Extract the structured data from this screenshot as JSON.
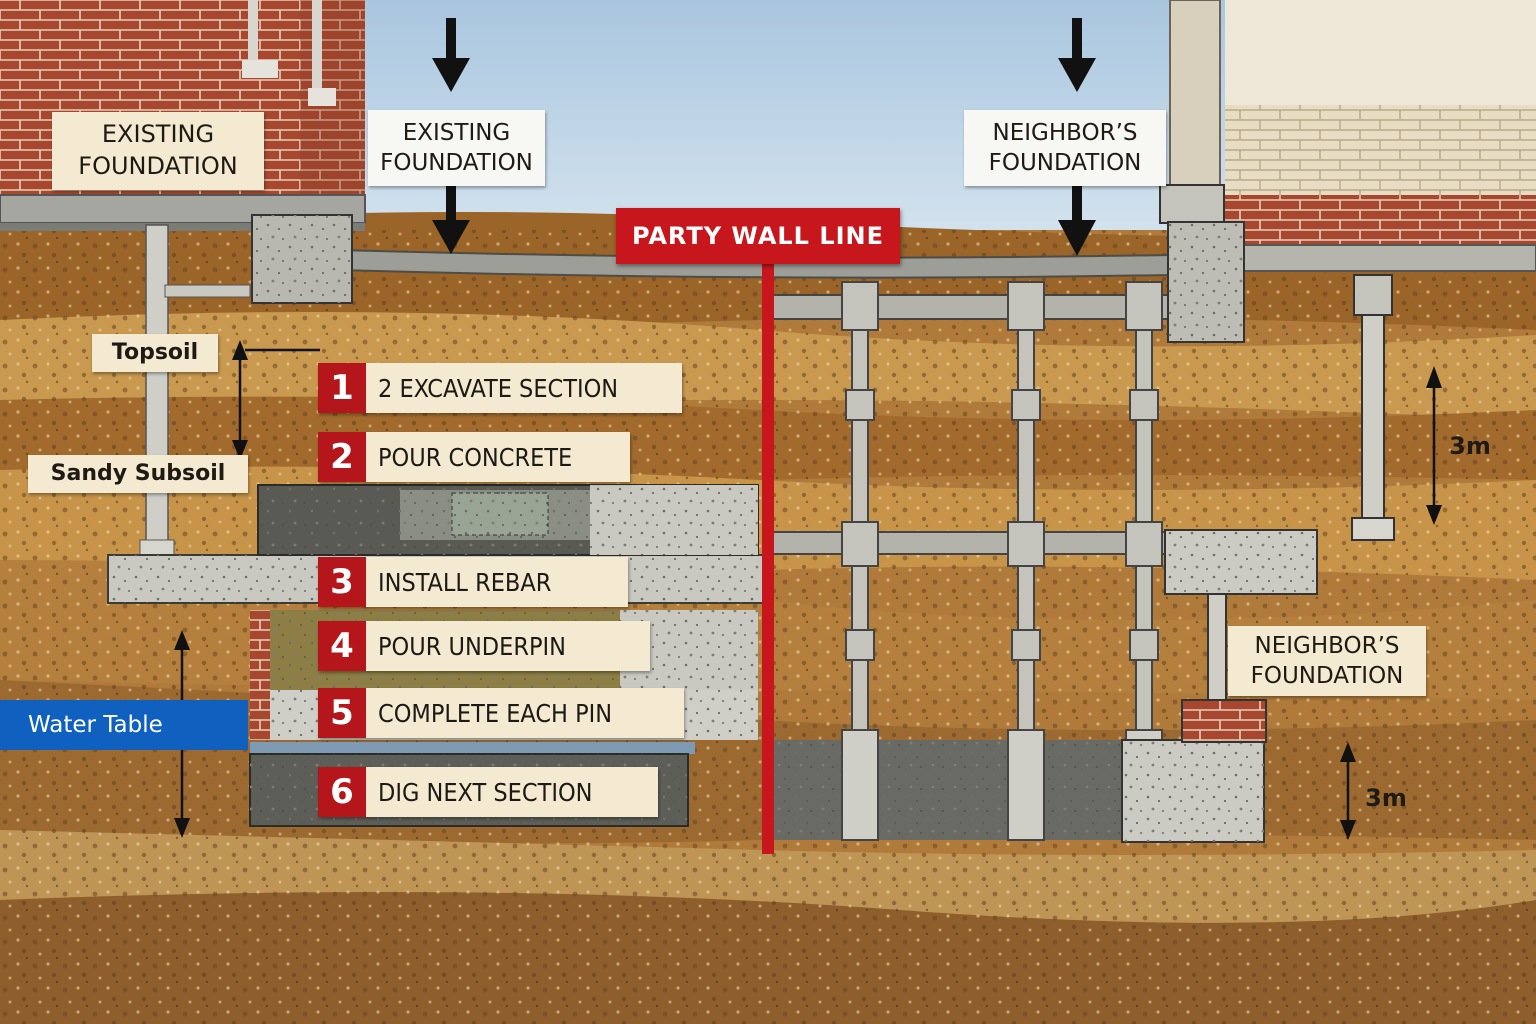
{
  "colors": {
    "sky": "#bcd4e6",
    "soil_dark": "#a06a2c",
    "soil_light": "#c99b55",
    "brick": "#a8472f",
    "concrete": "#bdbdb6",
    "party_wall_red": "#c8161d",
    "step_red": "#b5161b",
    "water_blue": "#1060c0"
  },
  "labels": {
    "existing_foundation_left": [
      "EXISTING",
      "FOUNDATION"
    ],
    "existing_foundation_top": [
      "EXISTING",
      "FOUNDATION"
    ],
    "neighbor_foundation_top": [
      "NEIGHBOR’S",
      "FOUNDATION"
    ],
    "neighbor_foundation_right": [
      "NEIGHBOR’S",
      "FOUNDATION"
    ],
    "party_wall": "PARTY WALL LINE",
    "topsoil": "Topsoil",
    "sandy_subsoil": "Sandy Subsoil",
    "water_table": "Water Table",
    "dimension_upper": "3m",
    "dimension_lower": "3m"
  },
  "steps": [
    {
      "number": "1",
      "text": "2 EXCAVATE SECTION"
    },
    {
      "number": "2",
      "text": "POUR CONCRETE"
    },
    {
      "number": "3",
      "text": "INSTALL REBAR"
    },
    {
      "number": "4",
      "text": "POUR UNDERPIN"
    },
    {
      "number": "5",
      "text": "COMPLETE EACH PIN"
    },
    {
      "number": "6",
      "text": "DIG NEXT SECTION"
    }
  ],
  "icons": [
    "down-arrow-icon",
    "dimension-arrow-icon"
  ]
}
